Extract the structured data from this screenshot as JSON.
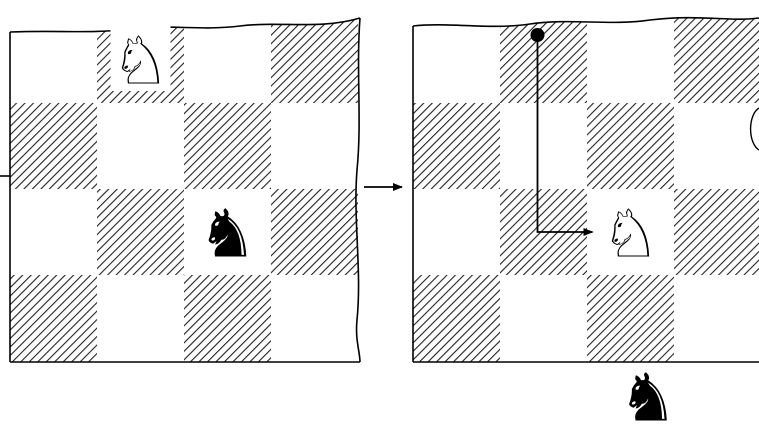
{
  "colors": {
    "ink": "#000000",
    "paper": "#ffffff",
    "hatch": "#333333"
  },
  "arrow_between_boards": {
    "icon": "right-arrow-icon"
  },
  "left_board": {
    "title": "",
    "rows": 4,
    "cols": 4,
    "dark_squares": [
      [
        0,
        1
      ],
      [
        0,
        3
      ],
      [
        1,
        0
      ],
      [
        1,
        2
      ],
      [
        2,
        1
      ],
      [
        2,
        3
      ],
      [
        3,
        0
      ],
      [
        3,
        2
      ]
    ],
    "pieces": [
      {
        "name": "white-knight-icon",
        "glyph": "♘",
        "color": "white",
        "row": 0,
        "col": 1
      },
      {
        "name": "black-knight-icon",
        "glyph": "♞",
        "color": "black",
        "row": 2,
        "col": 2
      }
    ]
  },
  "right_board": {
    "title": "",
    "rows": 4,
    "cols": 4,
    "dark_squares": [
      [
        0,
        1
      ],
      [
        0,
        3
      ],
      [
        1,
        0
      ],
      [
        1,
        2
      ],
      [
        2,
        1
      ],
      [
        2,
        3
      ],
      [
        3,
        0
      ],
      [
        3,
        2
      ]
    ],
    "pieces": [
      {
        "name": "white-knight-icon",
        "glyph": "♘",
        "color": "white",
        "row": 2,
        "col": 2
      }
    ],
    "move_path": {
      "from": {
        "row": 0,
        "col": 1
      },
      "to": {
        "row": 2,
        "col": 2
      },
      "icon": "move-path-arrow-icon"
    }
  },
  "captured_piece": {
    "name": "black-knight-icon",
    "glyph": "♞",
    "color": "black"
  }
}
